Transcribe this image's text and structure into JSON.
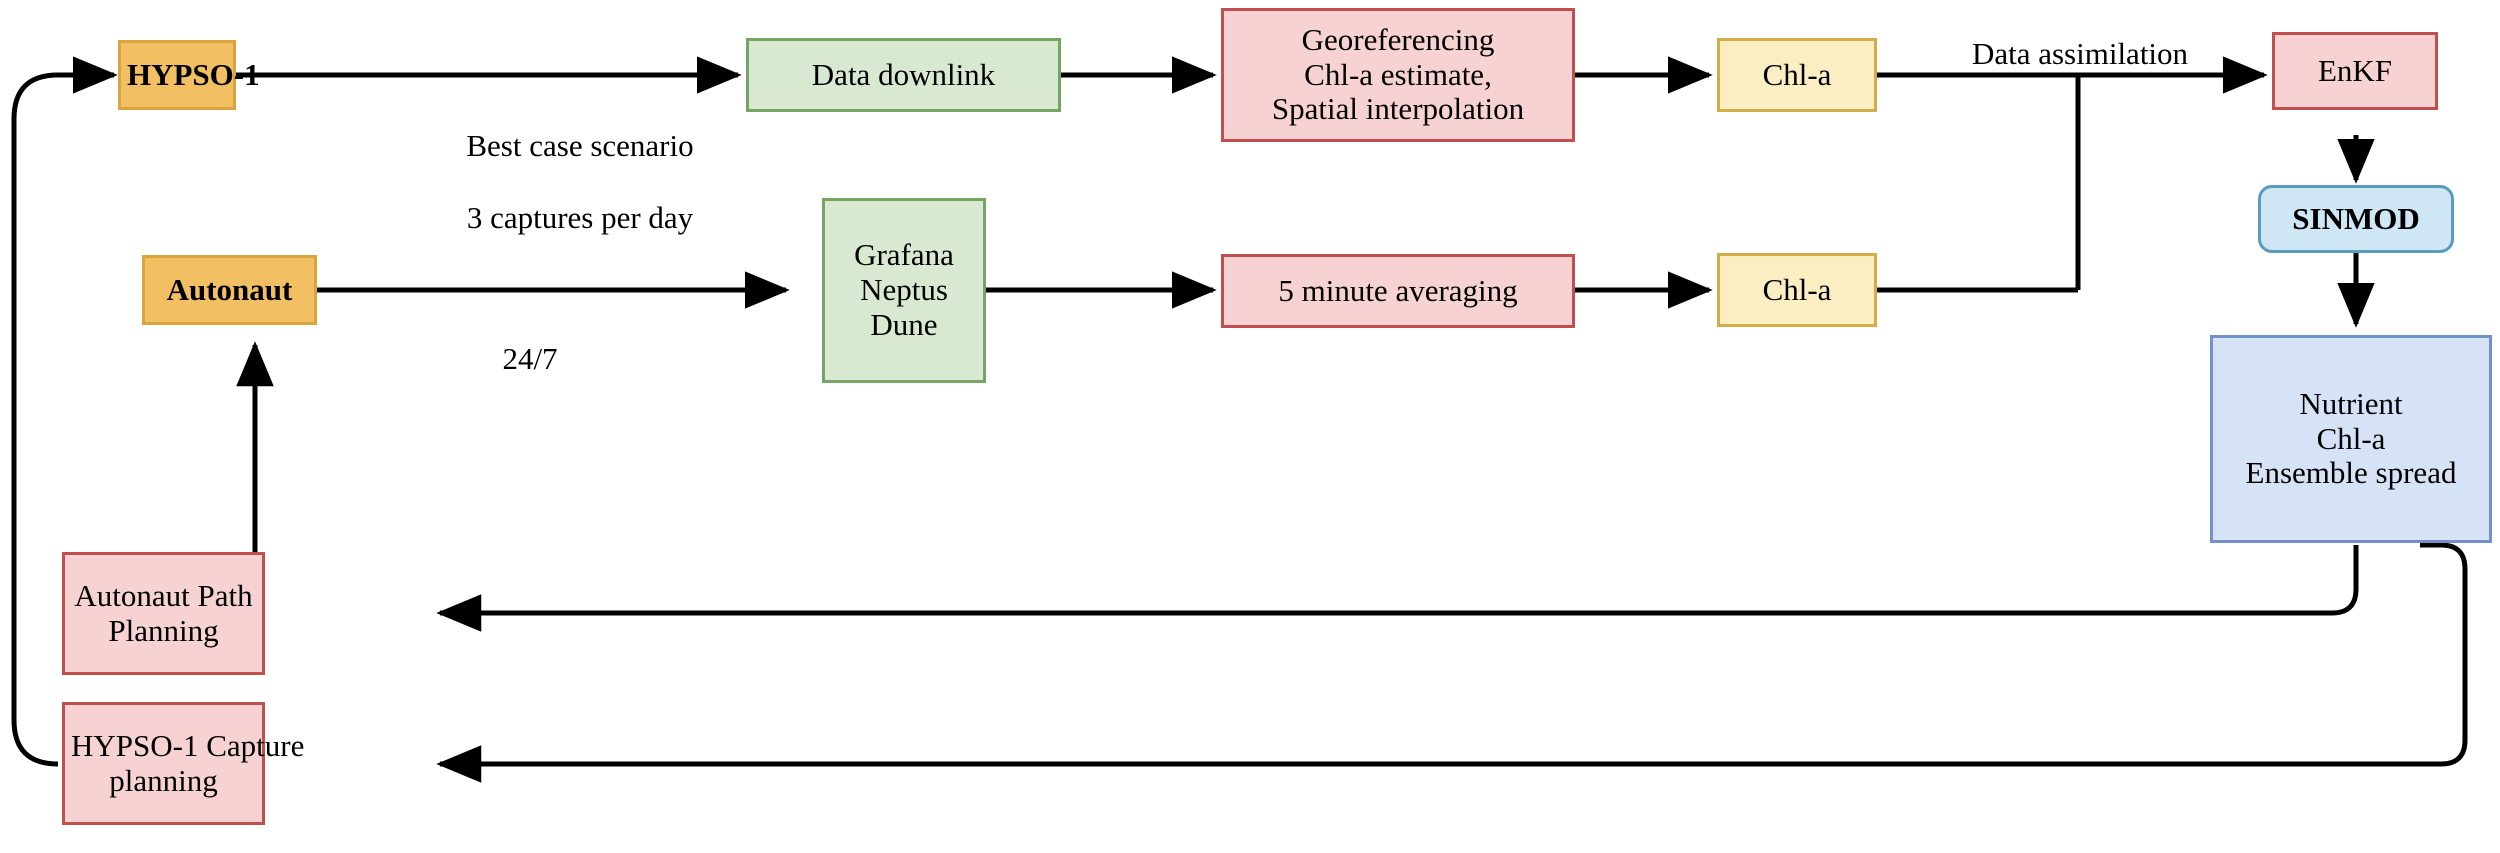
{
  "diagram": {
    "title": "HYPSO-1 / Autonaut data assimilation workflow",
    "background": "#ffffff",
    "colors": {
      "orange_fill": "#f2c063",
      "orange_stroke": "#d9a53c",
      "green_fill": "#d9e8d0",
      "green_stroke": "#76a463",
      "red_fill": "#f7d2d2",
      "red_stroke": "#c0504d",
      "yellow_fill": "#fbeec2",
      "yellow_stroke": "#d4ad4a",
      "blue_round_fill": "#cfe7f5",
      "blue_round_stroke": "#5b9bc0",
      "blue_fill": "#d6e3f6",
      "blue_stroke": "#7091c9",
      "edge": "#000000"
    },
    "nodes": [
      {
        "id": "hypso1",
        "lines": [
          "HYPSO-1"
        ]
      },
      {
        "id": "data-downlink",
        "lines": [
          "Data downlink"
        ]
      },
      {
        "id": "georef",
        "lines": [
          "Georeferencing",
          "Chl-a estimate,",
          "Spatial interpolation"
        ]
      },
      {
        "id": "chla-top",
        "lines": [
          "Chl-a"
        ]
      },
      {
        "id": "enkf",
        "lines": [
          "EnKF"
        ]
      },
      {
        "id": "sinmod",
        "lines": [
          "SINMOD"
        ]
      },
      {
        "id": "nutrient",
        "lines": [
          "Nutrient",
          "Chl-a",
          "Ensemble spread"
        ]
      },
      {
        "id": "autonaut",
        "lines": [
          "Autonaut"
        ]
      },
      {
        "id": "grafana",
        "lines": [
          "Grafana",
          "Neptus",
          "Dune"
        ]
      },
      {
        "id": "averaging",
        "lines": [
          "5 minute averaging"
        ]
      },
      {
        "id": "chla-bottom",
        "lines": [
          "Chl-a"
        ]
      },
      {
        "id": "autonaut-path",
        "lines": [
          "Autonaut Path",
          "Planning"
        ]
      },
      {
        "id": "hypso-capture",
        "lines": [
          "HYPSO-1 Capture",
          "planning"
        ]
      }
    ],
    "edge_labels": [
      {
        "id": "best-case",
        "lines": [
          "Best case scenario",
          "3 captures per day"
        ]
      },
      {
        "id": "duty",
        "lines": [
          "24/7"
        ]
      },
      {
        "id": "assim",
        "lines": [
          "Data assimilation"
        ]
      }
    ]
  }
}
